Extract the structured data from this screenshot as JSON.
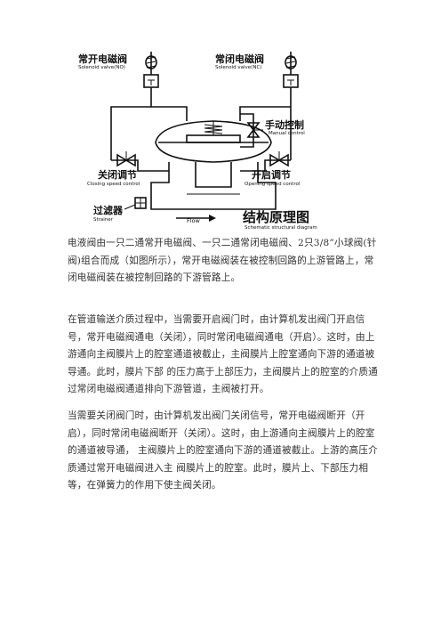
{
  "diagram": {
    "label_no_zh": "常开电磁阀",
    "label_no_en": "Solenoid valve(NO)",
    "label_nc_zh": "常闭电磁阀",
    "label_nc_en": "Solenoid valve(NC)",
    "label_manual_zh": "手动控制",
    "label_manual_en": "Manual control",
    "label_close_zh": "关闭调节",
    "label_close_en": "Closing speed control",
    "label_open_zh": "开启调节",
    "label_open_en": "Opening speed control",
    "label_strainer_zh": "过滤器",
    "label_strainer_en": "Strainer",
    "label_flow": "Flow",
    "title_zh": "结构原理图",
    "title_en": "Schematic structural diagram"
  },
  "paragraphs": [
    "电液阀由一只二通常开电磁阀、一只二通常闭电磁阀、2只3/8”小球阀(针阀)组合而成（如图所示），常开电磁阀装在被控制回路的上游管路上，常闭电磁阀装在被控制回路的下游管路上。",
    "在管道输送介质过程中，当需要开启阀门时，由计算机发出阀门开启信号，常开电磁阀通电（关闭），同时常闭电磁阀通电（开启）。这时，由上游通向主阀膜片上的腔室通道被截止，主阀膜片上腔室通向下游的通道被导通。此时，膜片下部 的压力高于上部压力，主阀膜片上的腔室的介质通过常闭电磁阀通道排向下游管道，主阀被打开。",
    "当需要关闭阀门时，由计算机发出阀门关闭信号，常开电磁阀断开（开启），同时常闭电磁阀断开（关闭）。这时，由上游通向主阀膜片上的腔室的通道被导通， 主阀膜片上的腔室通向下游的通道被截止。上游的高压介质通过常开电磁阀进入主 阀膜片上的腔室。此时，膜片上、下部压力相等，在弹簧力的作用下使主阀关闭。"
  ]
}
